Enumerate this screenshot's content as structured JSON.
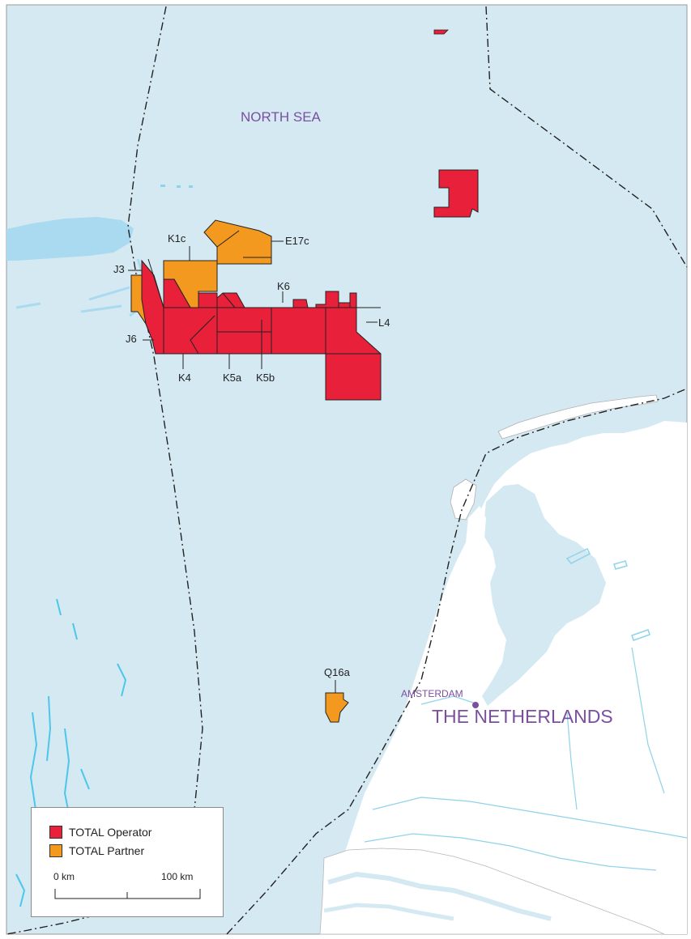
{
  "map": {
    "sea_label": "NORTH SEA",
    "country_label": "THE NETHERLANDS",
    "city_label": "AMSTERDAM",
    "colors": {
      "sea": "#d5e9f3",
      "land": "#ffffff",
      "operator": "#e8203a",
      "partner": "#f3991f",
      "coast_water": "#8fd3ea",
      "region_text": "#7b4fa0"
    }
  },
  "blocks": {
    "k1c": "K1c",
    "e17c": "E17c",
    "j3": "J3",
    "k6": "K6",
    "l4": "L4",
    "j6": "J6",
    "k4": "K4",
    "k5a": "K5a",
    "k5b": "K5b",
    "q16a": "Q16a"
  },
  "legend": {
    "operator_label": "TOTAL Operator",
    "partner_label": "TOTAL Partner",
    "scale_start": "0 km",
    "scale_end": "100 km"
  }
}
